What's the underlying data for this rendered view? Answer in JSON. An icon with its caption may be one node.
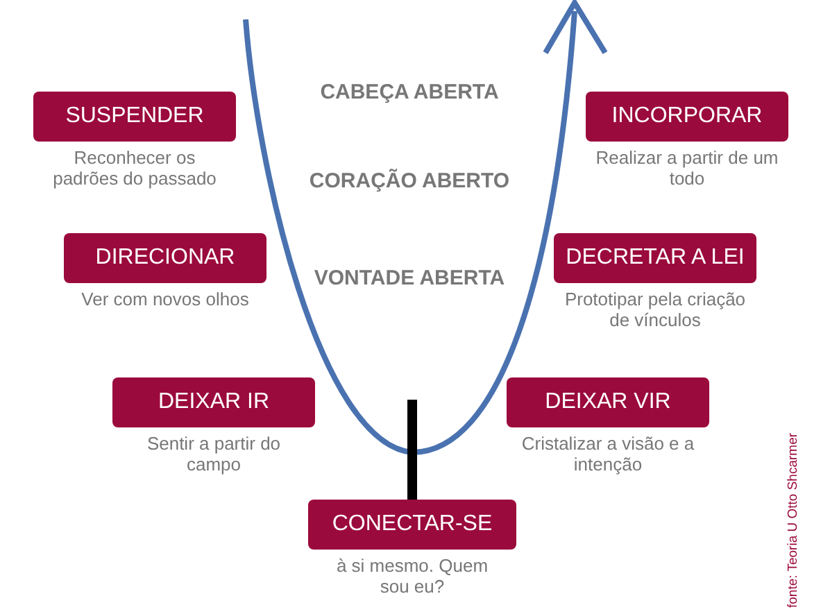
{
  "diagram": {
    "nodes": [
      {
        "text": [
          "SUSPENDER"
        ],
        "beside": [
          "Reconhecer os padrões do passado"
        ]
      },
      {
        "text": [
          "INCORPORAR"
        ],
        "beside": [
          "Realizar a partir de um todo"
        ]
      },
      {
        "text": [
          "DIRECIONAR"
        ],
        "beside": [
          "Ver com novos olhos"
        ]
      },
      {
        "text": [
          "DECRETAR A LEI"
        ],
        "beside": [
          "Prototipar pela criação de vínculos"
        ]
      },
      {
        "text": [
          "DEIXAR IR"
        ],
        "beside": [
          "Sentir a partir do campo"
        ]
      },
      {
        "text": [
          "DEIXAR VIR"
        ],
        "beside": [
          "Cristalizar a visão e a intenção"
        ]
      },
      {
        "text": [
          "CONECTAR-SE"
        ],
        "beside": [
          "à si mesmo. Quem sou eu?"
        ]
      }
    ],
    "edges": [],
    "labels": [
      "CABEÇA ABERTA",
      "CORAÇÃO ABERTO",
      "VONTADE ABERTA",
      "fonte: Teoria U  Otto Shcarmer"
    ]
  }
}
